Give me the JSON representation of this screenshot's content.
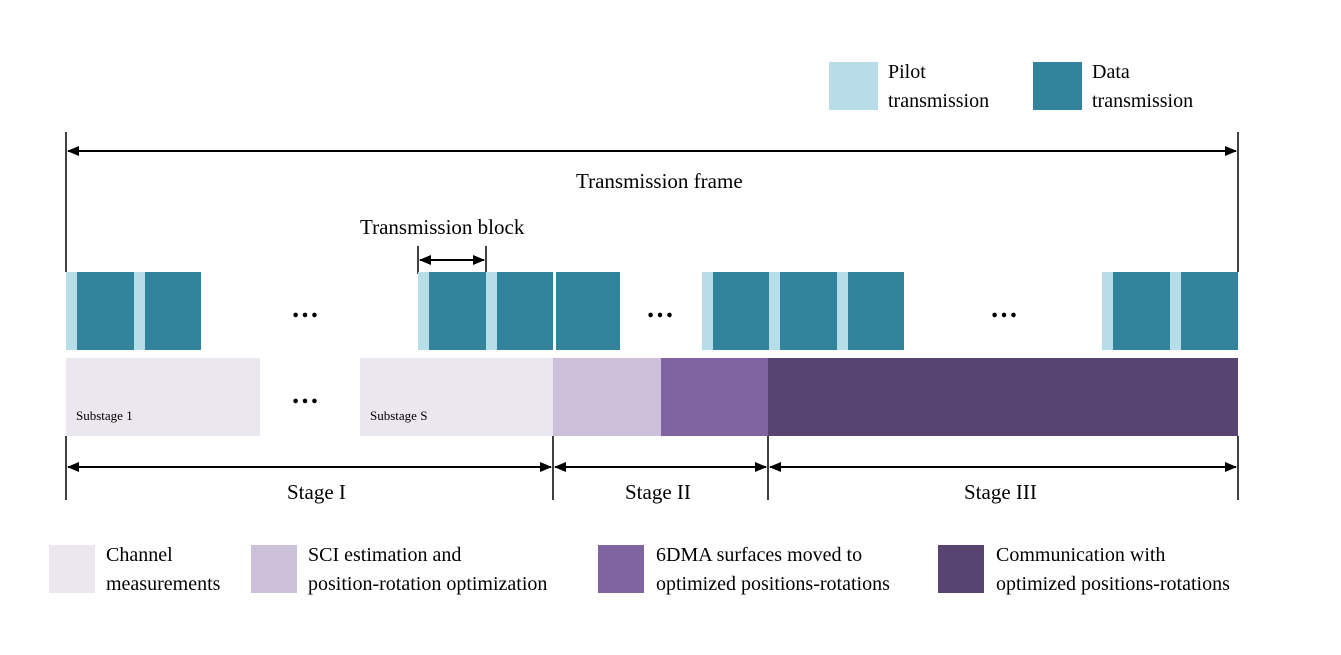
{
  "colors": {
    "pilot": "#b7dde8",
    "data": "#31849b",
    "channel_measurements": "#ebe7ef",
    "sci_estimation": "#ccc0da",
    "surfaces_moved": "#8064a2",
    "communication": "#574470"
  },
  "top_legend": {
    "pilot_label_1": "Pilot",
    "pilot_label_2": "transmission",
    "data_label_1": "Data",
    "data_label_2": "transmission"
  },
  "frame_label": "Transmission frame",
  "block_label": "Transmission block",
  "ellipsis": "…",
  "substages": {
    "first": "Substage 1",
    "last": "Substage S"
  },
  "stages": [
    "Stage I",
    "Stage II",
    "Stage III"
  ],
  "bottom_legend": [
    {
      "line1": "Channel",
      "line2": "measurements"
    },
    {
      "line1": "SCI estimation and",
      "line2": "position-rotation optimization"
    },
    {
      "line1": "6DMA surfaces moved to",
      "line2": "optimized positions-rotations"
    },
    {
      "line1": "Communication with",
      "line2": "optimized positions-rotations"
    }
  ]
}
